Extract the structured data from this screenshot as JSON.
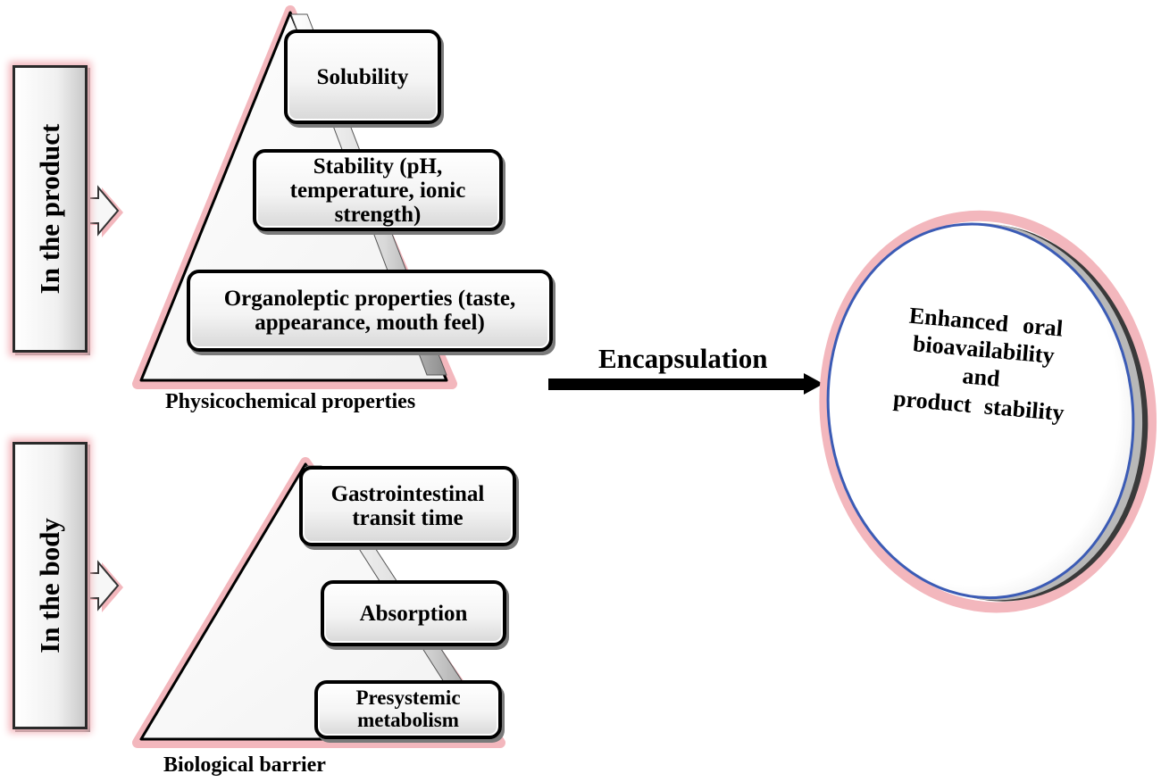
{
  "left_labels": {
    "product": "In the product",
    "body": "In the body"
  },
  "top_pyramid": {
    "items": [
      "Solubility",
      "Stability (pH, temperature, ionic strength)",
      "Organoleptic properties (taste, appearance, mouth feel)"
    ],
    "caption": "Physicochemical properties"
  },
  "bottom_pyramid": {
    "items": [
      "Gastrointestinal transit time",
      "Absorption",
      "Presystemic metabolism"
    ],
    "caption": "Biological barrier"
  },
  "arrow_label": "Encapsulation",
  "outcome_lines": [
    "Enhanced oral",
    "bioavailability",
    "and",
    "product stability"
  ],
  "colors": {
    "glow": "#f3b7bd",
    "circle_border": "#3b5bb5",
    "outline": "#000000"
  }
}
